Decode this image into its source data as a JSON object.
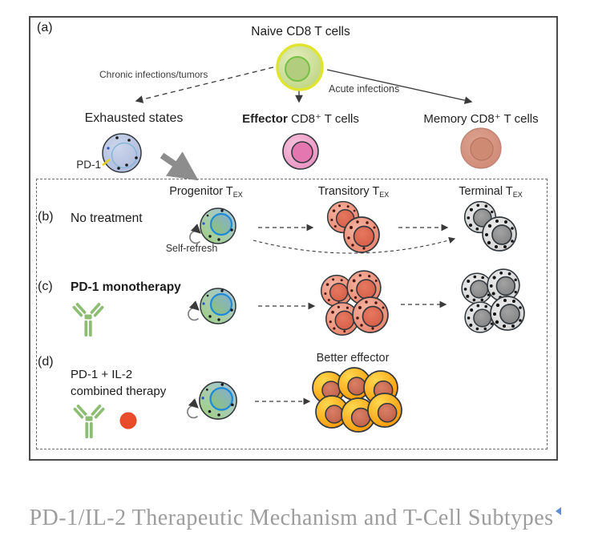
{
  "figure": {
    "panel_a": {
      "label": "(a)",
      "naive_title": "Naive CD8 T cells",
      "chronic_label": "Chronic infections/tumors",
      "acute_label": "Acute infections",
      "exhausted_label": "Exhausted states",
      "pd1_label": "PD-1",
      "effector_label_bold": "Effector",
      "effector_label_rest": " CD8⁺ T cells",
      "memory_label": "Memory CD8⁺ T cells"
    },
    "panel_bcd": {
      "headers": {
        "progenitor": {
          "text": "Progenitor T",
          "sub": "EX"
        },
        "transitory": {
          "text": "Transitory T",
          "sub": "EX"
        },
        "terminal": {
          "text": "Terminal T",
          "sub": "EX"
        }
      },
      "row_b": {
        "label": "(b)",
        "title": "No treatment",
        "self_refresh": "Self-refresh"
      },
      "row_c": {
        "label": "(c)",
        "title": "PD-1 monotherapy"
      },
      "row_d": {
        "label": "(d)",
        "title_line1": "PD-1 + IL-2",
        "title_line2": "combined therapy",
        "better_effector": "Better effector"
      }
    },
    "caption": "PD-1/IL-2 Therapeutic Mechanism and T-Cell Subtypes",
    "colors": {
      "naive_membrane": "#dfe42e",
      "exhausted_body": "#b7c3e0",
      "effector_body": "#eb94c3",
      "memory_body": "#d3907c",
      "progenitor_nucleus_ring": "#1f8ad8",
      "transitory_body": "#ec8a74",
      "terminal_body": "#dcdcdc",
      "better_effector_body": "#ffa41b",
      "antibody_green": "#8cbd72",
      "il2_red": "#e8431f"
    }
  }
}
